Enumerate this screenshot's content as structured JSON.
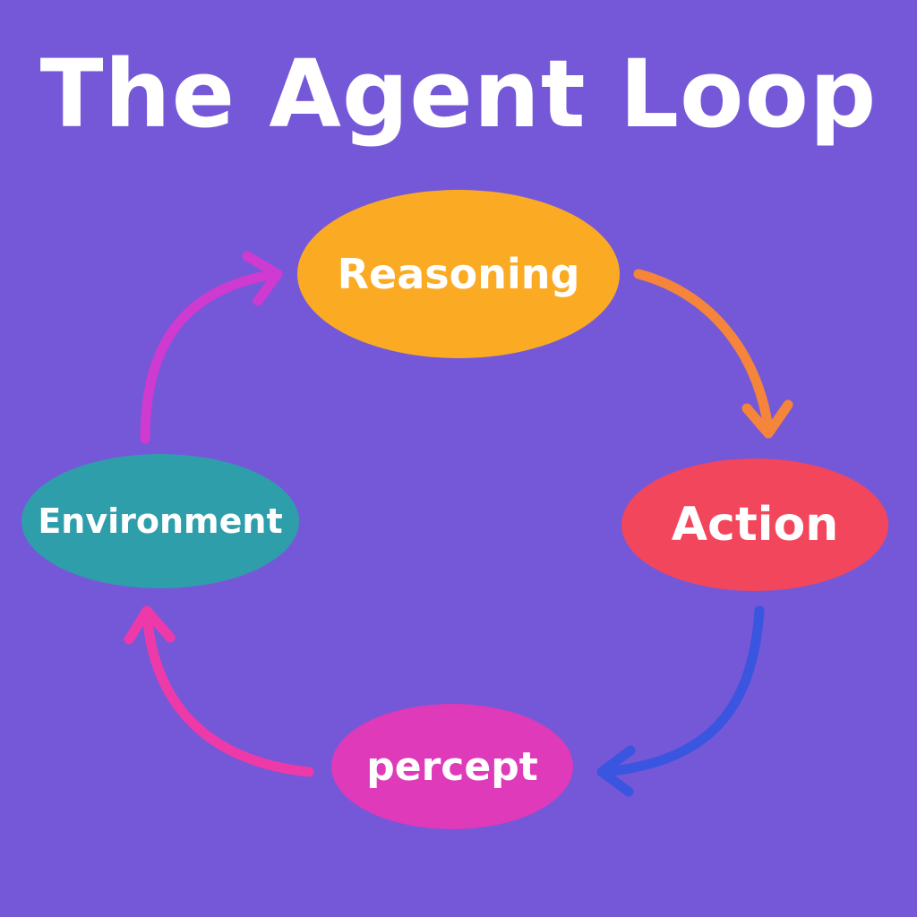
{
  "title": "The Agent Loop",
  "nodes": {
    "reasoning": {
      "label": "Reasoning",
      "color": "#fbaa24"
    },
    "action": {
      "label": "Action",
      "color": "#f2465c"
    },
    "percept": {
      "label": "percept",
      "color": "#de3ab9"
    },
    "environment": {
      "label": "Environment",
      "color": "#2f9eab"
    }
  },
  "colors": {
    "background": "#7558d8",
    "arrow_reasoning_to_action": "#f5853a",
    "arrow_action_to_percept": "#3a55e0",
    "arrow_percept_to_environment": "#ee3aa8",
    "arrow_environment_to_reasoning": "#cf3ad0"
  }
}
